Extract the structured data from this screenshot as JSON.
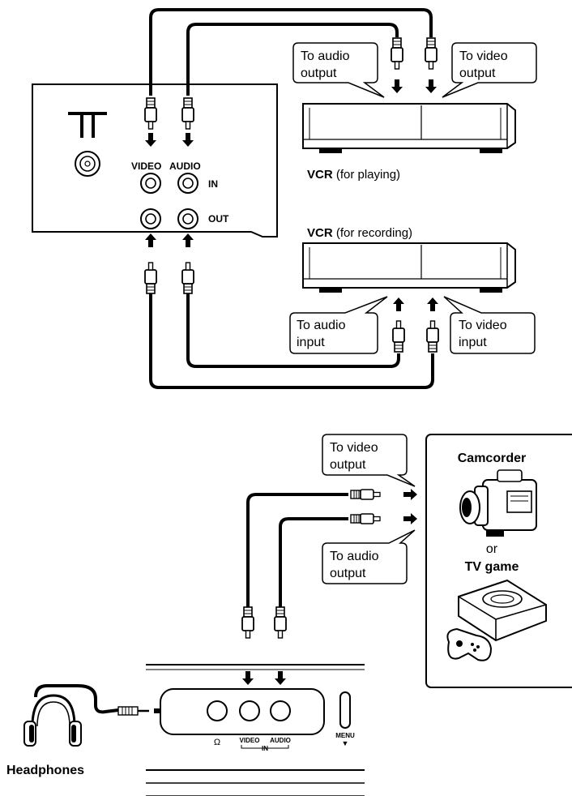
{
  "top": {
    "tv_panel": {
      "video_label": "VIDEO",
      "audio_label": "AUDIO",
      "in_label": "IN",
      "out_label": "OUT"
    },
    "vcr_play": {
      "name": "VCR",
      "suffix": " (for playing)"
    },
    "vcr_record": {
      "name": "VCR",
      "suffix": " (for recording)"
    },
    "callouts": {
      "audio_output": [
        "To audio",
        "output"
      ],
      "video_output": [
        "To video",
        "output"
      ],
      "audio_input": [
        "To audio",
        "input"
      ],
      "video_input": [
        "To video",
        "input"
      ]
    }
  },
  "bottom": {
    "callouts": {
      "video_output": [
        "To video",
        "output"
      ],
      "audio_output": [
        "To audio",
        "output"
      ]
    },
    "devices": {
      "camcorder": "Camcorder",
      "or": "or",
      "tv_game": "TV game"
    },
    "front_panel": {
      "headphone_symbol": "Ω",
      "video_label": "VIDEO",
      "audio_label": "AUDIO",
      "in_label": "IN",
      "menu_label": "MENU",
      "menu_arrow": "▼"
    },
    "headphones_label": "Headphones"
  }
}
